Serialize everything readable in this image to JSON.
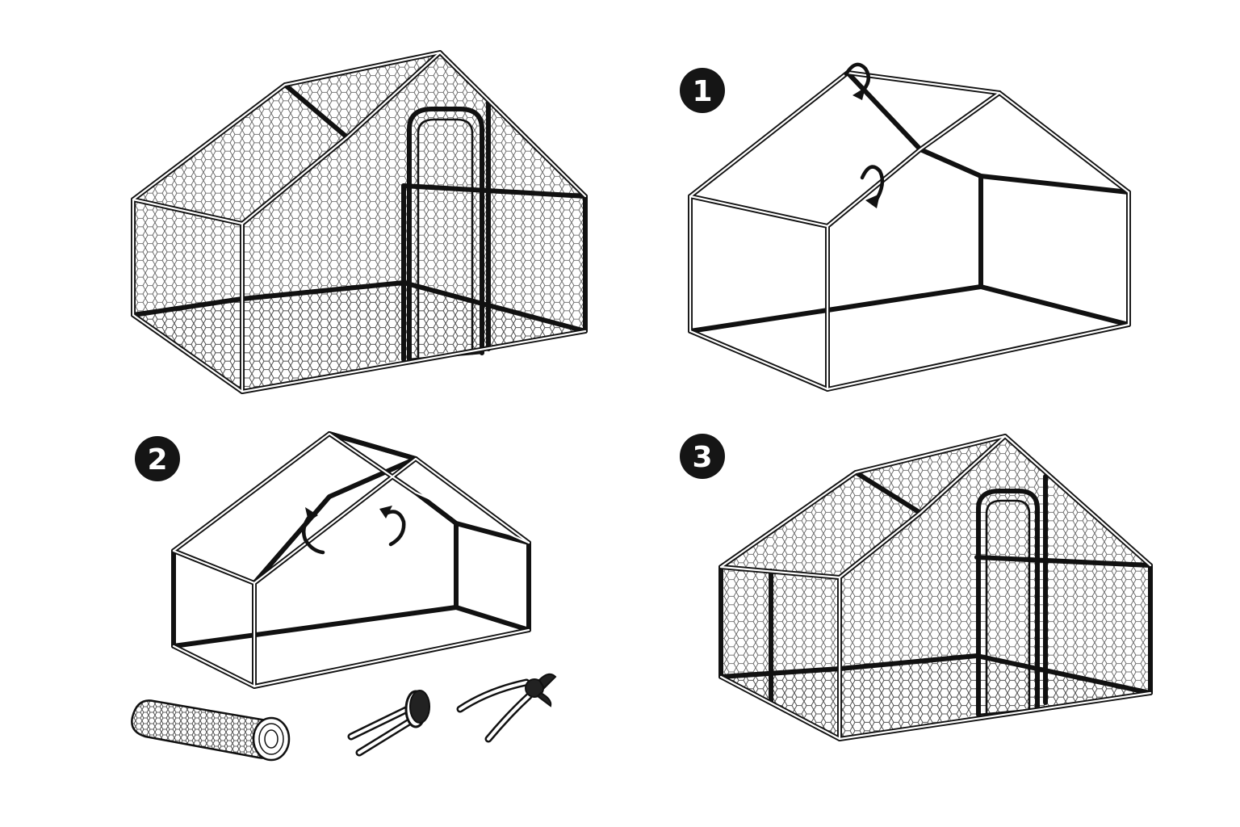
{
  "steps": [
    {
      "number": "1"
    },
    {
      "number": "2"
    },
    {
      "number": "3"
    }
  ],
  "colors": {
    "line": "#111111",
    "background": "#ffffff",
    "badge_fill": "#151515",
    "badge_text": "#ffffff"
  },
  "icons": [
    "mesh-roll-icon",
    "ground-anchor-icon",
    "wire-cutter-pliers-icon",
    "rotate-arrow-icon"
  ]
}
